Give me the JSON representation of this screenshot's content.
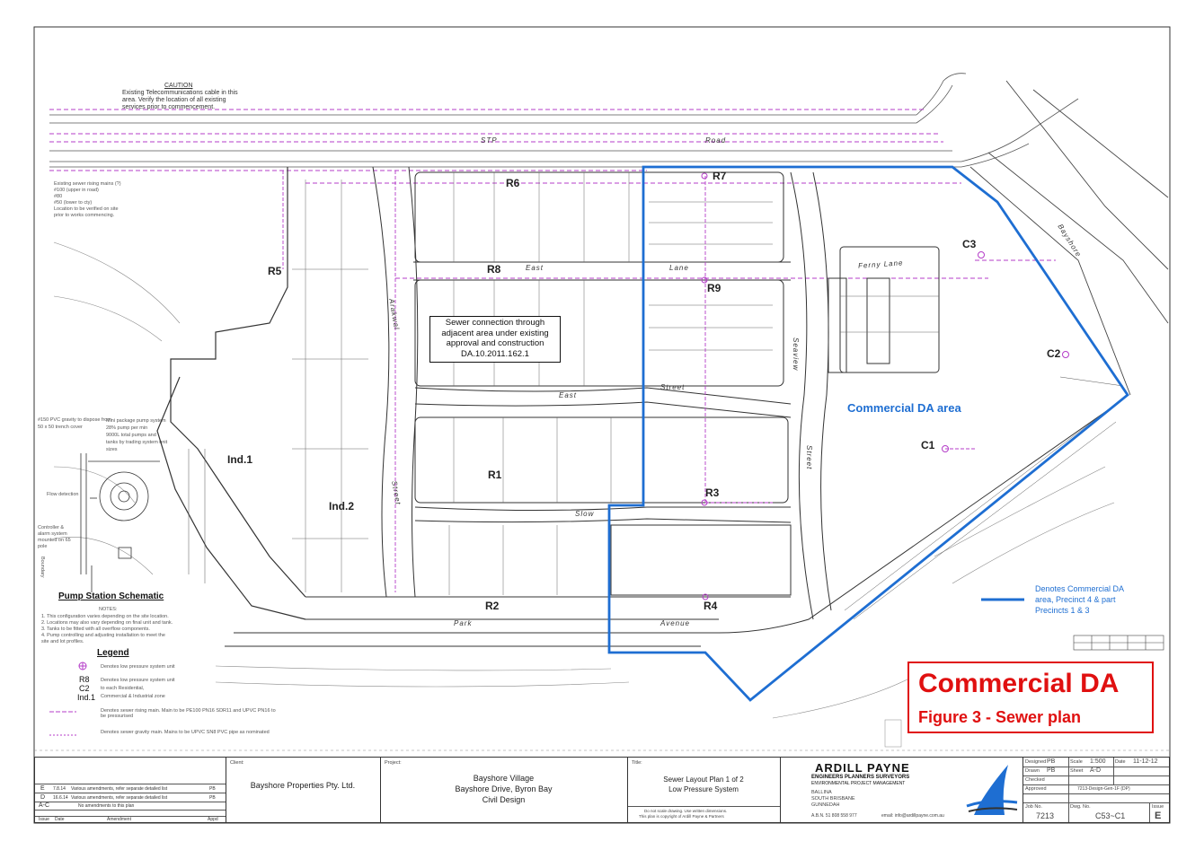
{
  "sheet": {
    "caution_title": "CAUTION",
    "caution_lines": [
      "Existing Telecommunications cable in this",
      "area. Verify the location of all existing",
      "services prior to commencement."
    ],
    "note_existing_main": [
      "Existing sewer rising mains (?)",
      "#100 (upper in road)",
      "#80",
      "#50 (lower to cty)",
      "Location to be verified on site",
      "prior to works commencing."
    ],
    "note_connection": [
      "Sewer connection through",
      "adjacent area under existing",
      "approval and construction",
      "DA.10.2011.162.1"
    ],
    "da_area_label": "Commercial DA area",
    "roads": {
      "stp_road_left": "STP",
      "stp_road_right": "Road",
      "east_lane_left": "East",
      "east_lane_right": "Lane",
      "east_street_left": "East",
      "east_street_right": "Street",
      "slow_lane": "Slow",
      "park_avenue_left": "Park",
      "park_avenue_right": "Avenue",
      "ferny_lane": "Ferny Lane",
      "seaview_street": "Seaview",
      "seaview_street_2": "Street",
      "arakwal_street": "Arakwal",
      "arakwal_street_2": "Street",
      "bayshore_drive": "Bayshore"
    },
    "areas": {
      "r1": "R1",
      "r2": "R2",
      "r3": "R3",
      "r4": "R4",
      "r5": "R5",
      "r6": "R6",
      "r7": "R7",
      "r8": "R8",
      "r9": "R9",
      "c1": "C1",
      "c2": "C2",
      "c3": "C3",
      "ind1": "Ind.1",
      "ind2": "Ind.2"
    },
    "legend_da": [
      "Denotes Commercial DA",
      "area, Precinct 4 & part",
      "Precincts 1 & 3"
    ],
    "pump_station_title": "Pump Station Schematic",
    "pump_station_notes": [
      "NOTES:",
      "1. This configuration varies depending on the site location.",
      "2. Locations may also vary depending on final unit and tank.",
      "3. Tanks to be fitted with all overflow components.",
      "4. Pump controlling and adjusting installation to meet the",
      "   site and lot profiles."
    ],
    "legend_title": "Legend",
    "legend_items": [
      {
        "key": "",
        "text": "Denotes low pressure system unit"
      },
      {
        "key": "R8",
        "text": "Denotes low pressure system unit"
      },
      {
        "key": "C2",
        "text": "to each Residential,"
      },
      {
        "key": "Ind.1",
        "text": "Commercial & Industrial zone"
      },
      {
        "key": "",
        "text": "Denotes sewer rising main. Main to be PE100 PN16 SDR11 and UPVC PN16 to be pressurised"
      },
      {
        "key": "",
        "text": "Denotes sewer gravity main. Mains to be UPVC SN8 PVC pipe as nominated"
      }
    ],
    "schematic_notes": [
      "#150 PVC gravity to dispose from",
      "50 x 50 trench cover",
      "",
      "Controller &",
      "alarm system",
      "mounted on 65",
      "pole",
      "Flow detection",
      "Boundary"
    ],
    "schematic_right": [
      "Mini package pump system",
      "28% pump per min",
      "9000L total pumps and",
      "tanks by trading system unit",
      "sizes"
    ],
    "title_main": "Commercial DA",
    "title_sub": "Figure 3 - Sewer plan"
  },
  "title_block": {
    "revisions": [
      {
        "rev": "E",
        "date": "7.8.14",
        "desc": "Various amendments, refer separate detailed list",
        "by": "PB"
      },
      {
        "rev": "D",
        "date": "16.6.14",
        "desc": "Various amendments, refer separate detailed list",
        "by": "PB"
      },
      {
        "rev": "A-C",
        "date": "",
        "desc": "No amendments to this plan",
        "by": ""
      }
    ],
    "rev_headers": [
      "Issue",
      "Date",
      "Amendment",
      "Appd"
    ],
    "client_caption": "Client:",
    "client": "Bayshore Properties Pty. Ltd.",
    "project_caption": "Project:",
    "project_lines": [
      "Bayshore Village",
      "Bayshore Drive, Byron Bay",
      "Civil Design"
    ],
    "title_caption": "Title:",
    "title_lines": [
      "Sewer Layout Plan 1 of 2",
      "Low Pressure System"
    ],
    "title_footer": [
      "Do not scale drawing. Use written dimensions.",
      "This plan is copyright of Ardill Payne & Partners"
    ],
    "company": "ARDILL PAYNE",
    "company_sub": "ENGINEERS  PLANNERS  SURVEYORS",
    "company_sub2": "ENVIRONMENTAL   PROJECT MANAGEMENT",
    "offices": [
      "BALLINA",
      "SOUTH BRISBANE",
      "GUNNEDAH"
    ],
    "abn": "A.B.N. 51 808 558 977",
    "email": "email: info@ardillpayne.com.au",
    "fields": {
      "designed_caption": "Designed",
      "designed": "PB",
      "scale_caption": "Scale",
      "scale": "1:500",
      "date_caption": "Date",
      "date": "11-12-12",
      "drawn_caption": "Drawn",
      "drawn": "PB",
      "sheet_caption": "Sheet",
      "sheet_size": "A-D",
      "checked_caption": "Checked",
      "approved_caption": "Approved",
      "file_ref": "7213-Design-Gen-1F (DP)",
      "job_caption": "Job No.",
      "job": "7213",
      "dwg_caption": "Dwg. No.",
      "dwg": "C53~C1",
      "issue_caption": "Issue",
      "issue": "E"
    }
  },
  "colors": {
    "da_boundary": "#1e6ed2",
    "title_red": "#e01010",
    "sewer_main": "#b43cc8",
    "linework": "#333333"
  }
}
